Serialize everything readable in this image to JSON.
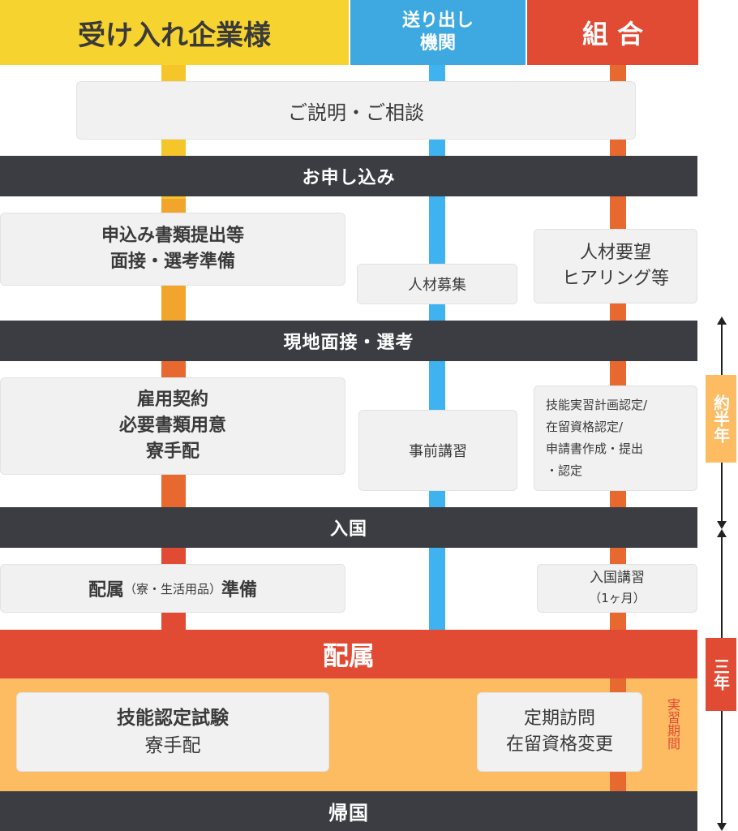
{
  "headers": {
    "company": "受け入れ企業様",
    "sending_line1": "送り出し",
    "sending_line2": "機関",
    "union": "組 合"
  },
  "bars": {
    "consult": "ご説明・ご相談",
    "apply": "お申し込み",
    "interview": "現地面接・選考",
    "entry": "入国",
    "assign": "配属",
    "return": "帰国"
  },
  "boxes": {
    "docs_line1": "申込み書類提出等",
    "docs_line2": "面接・選考準備",
    "recruit": "人材募集",
    "hearing_line1": "人材要望",
    "hearing_line2": "ヒアリング等",
    "contract_line1": "雇用契約",
    "contract_line2": "必要書類用意",
    "contract_line3": "寮手配",
    "pretraining": "事前講習",
    "cert_line1": "技能実習計画認定/",
    "cert_line2": "在留資格認定/",
    "cert_line3": "申請書作成・提出",
    "cert_line4": "・認定",
    "prep_main1": "配属",
    "prep_small": "（寮・生活用品）",
    "prep_main2": "準備",
    "entry_training_line1": "入国講習",
    "entry_training_line2": "（1ヶ月）",
    "exam_line1": "技能認定試験",
    "exam_line2": "寮手配",
    "visit_line1": "定期訪問",
    "visit_line2": "在留資格変更"
  },
  "side": {
    "half_year": "約半年",
    "three_years": "三年",
    "training_period": "実習期間"
  },
  "colors": {
    "yellow": "#f6d32e",
    "blue": "#3da9e0",
    "red": "#e14b34",
    "dark_bar": "#3b3d42",
    "orange_line": "#e8692f",
    "band": "#fdbb62",
    "side_tag": "#fdbb62"
  }
}
